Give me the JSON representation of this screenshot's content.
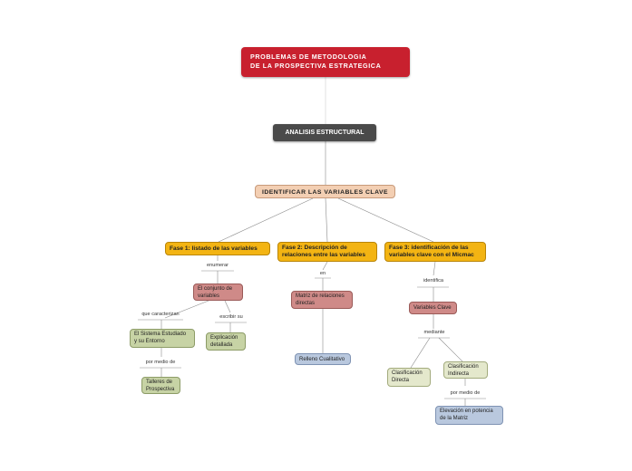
{
  "root": {
    "title": "PROBLEMAS DE  METODOLOGIA\n  DE  LA  PROSPECTIVA   ESTRATEGICA"
  },
  "analisis": {
    "label": "ANALISIS ESTRUCTURAL"
  },
  "identificar": {
    "label": "IDENTIFICAR  LAS  VARIABLES  CLAVE"
  },
  "fase1": {
    "label": "Fase 1: listado de las variables",
    "link_enumerar": "enumerar",
    "conjunto": "El conjunto de\nvariables",
    "link_caracterizan": "que caracterizan",
    "sistema": "El Sistema Estudiado\ny su Entorno",
    "link_por_medio": "por medio de",
    "talleres": "Talleres de\nProspectiva",
    "link_escribir": "escribir su",
    "explicacion": "Explicación\ndetallada"
  },
  "fase2": {
    "label": "Fase 2: Descripción de\nrelaciones entre las variables",
    "link_en": "en",
    "matriz": "Matriz de relaciones\ndirectas",
    "relleno": "Relleno Cualitativo"
  },
  "fase3": {
    "label": "Fase 3: identificación de las\nvariables clave con el Micmac",
    "link_identifica": "identifica",
    "variables_clave": "Variables Clave",
    "link_mediante": "mediante",
    "directa": "Clasificación\nDirecta",
    "indirecta": "Clasificación\nIndirecta",
    "link_por_medio": "por medio de",
    "elevacion": "Elevación en potencia\nde la Matriz"
  },
  "colors": {
    "root": "#c8202e",
    "dark": "#4a4a4a",
    "peach": "#f3cfb3",
    "phase": "#f3b413",
    "rose": "#cf8a88",
    "olive": "#c7d3a5",
    "pale": "#e4e8cc",
    "blue": "#b9c8de"
  }
}
